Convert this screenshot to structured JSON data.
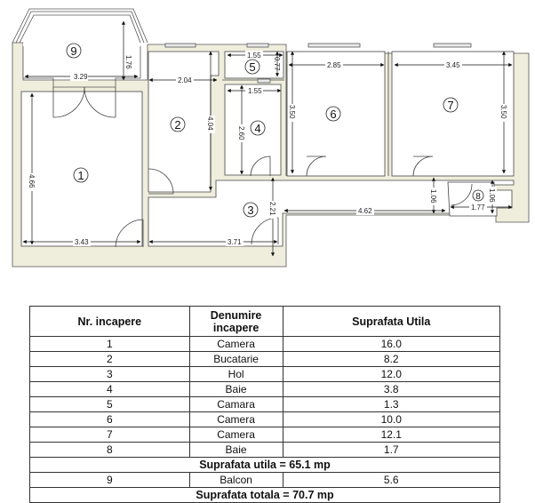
{
  "floorplan": {
    "wall_fill": "#efeedd",
    "wall_stroke": "#555555",
    "rooms": [
      {
        "id": "1",
        "label": "1"
      },
      {
        "id": "2",
        "label": "2"
      },
      {
        "id": "3",
        "label": "3"
      },
      {
        "id": "4",
        "label": "4"
      },
      {
        "id": "5",
        "label": "5"
      },
      {
        "id": "6",
        "label": "6"
      },
      {
        "id": "7",
        "label": "7"
      },
      {
        "id": "8",
        "label": "8"
      },
      {
        "id": "9",
        "label": "9"
      }
    ],
    "dimensions": {
      "balcony_width": "3.29",
      "balcony_depth": "1.76",
      "room1_height": "4.66",
      "room1_width": "3.43",
      "room2_width": "2.04",
      "room2_height": "4.04",
      "room5_width": "1.55",
      "room5_depth": "0.77",
      "room4_width": "1.55",
      "room4_height": "2.60",
      "room6_width": "2.85",
      "room6_height": "3.50",
      "room7_width": "3.45",
      "room7_height": "3.50",
      "hall_width_lower": "3.71",
      "hall_height": "2.21",
      "hall_width_upper": "4.62",
      "hall_depth": "1.06",
      "room8_width": "1.77",
      "room8_depth": "1.06"
    }
  },
  "table": {
    "headers": {
      "nr": "Nr. incapere",
      "name_line1": "Denumire",
      "name_line2": "incapere",
      "area": "Suprafata Utila"
    },
    "rows": [
      {
        "nr": "1",
        "name": "Camera",
        "area": "16.0"
      },
      {
        "nr": "2",
        "name": "Bucatarie",
        "area": "8.2"
      },
      {
        "nr": "3",
        "name": "Hol",
        "area": "12.0"
      },
      {
        "nr": "4",
        "name": "Baie",
        "area": "3.8"
      },
      {
        "nr": "5",
        "name": "Camara",
        "area": "1.3"
      },
      {
        "nr": "6",
        "name": "Camera",
        "area": "10.0"
      },
      {
        "nr": "7",
        "name": "Camera",
        "area": "12.1"
      },
      {
        "nr": "8",
        "name": "Baie",
        "area": "1.7"
      }
    ],
    "subtotal": "Suprafata utila = 65.1 mp",
    "balcony_row": {
      "nr": "9",
      "name": "Balcon",
      "area": "5.6"
    },
    "total": "Suprafata totala =  70.7 mp"
  }
}
